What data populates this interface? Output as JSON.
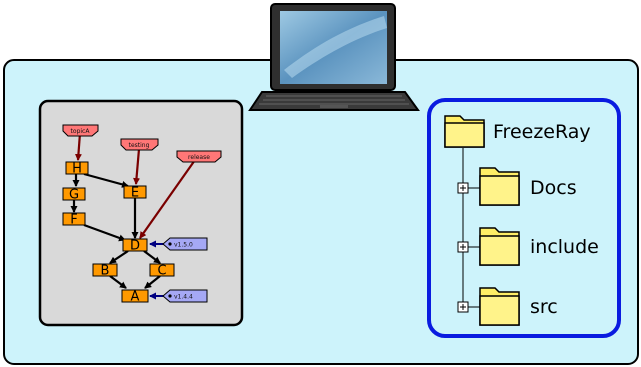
{
  "colors": {
    "background_panel": "#cdf3fb",
    "panel_border": "#000000",
    "graph_box": "#d9d9d9",
    "commit_fill": "#ff9900",
    "branch_fill": "#ff7777",
    "tag_fill": "#a5a8f5",
    "link_red": "#7a0000",
    "link_black": "#000000",
    "link_blue": "#000080",
    "tree_border": "#0a1be0",
    "folder_fill": "#ffee66"
  },
  "git_graph": {
    "commits": [
      "H",
      "G",
      "F",
      "E",
      "D",
      "B",
      "C",
      "A"
    ],
    "branches": [
      "topicA",
      "testing",
      "release"
    ],
    "tags": [
      "v1.5.0",
      "v1.4.4"
    ]
  },
  "file_tree": {
    "root": "FreezeRay",
    "children": [
      "Docs",
      "include",
      "src"
    ]
  },
  "icons": [
    "laptop-icon",
    "folder-icon",
    "expand-icon"
  ]
}
